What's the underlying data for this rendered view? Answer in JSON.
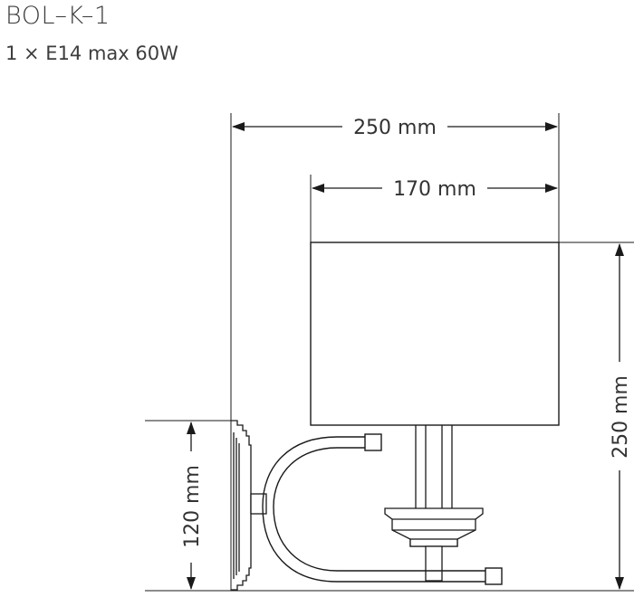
{
  "product": {
    "model": "BOL–K–1",
    "spec": "1 × E14 max 60W"
  },
  "dimensions": {
    "total_width": "250 mm",
    "shade_width": "170 mm",
    "total_height": "250 mm",
    "backplate_height": "120 mm"
  },
  "colors": {
    "line": "#1a1a1a",
    "text": "#333333"
  }
}
